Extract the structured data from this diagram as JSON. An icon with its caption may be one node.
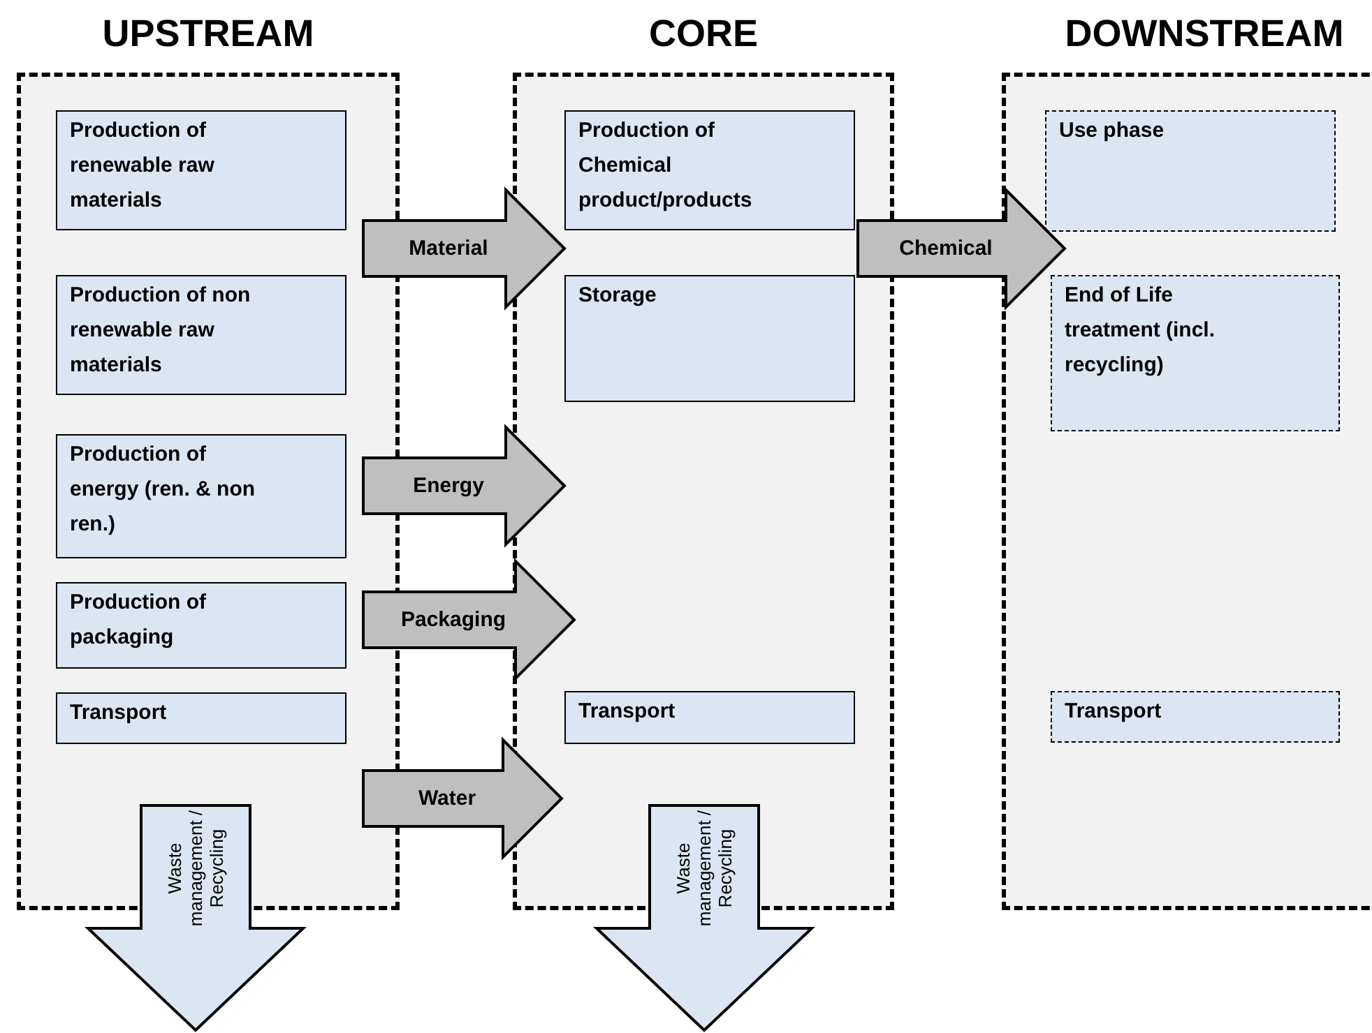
{
  "diagram": {
    "nodes": [
      {
        "text": [
          "UPSTREAM"
        ]
      },
      {
        "text": [
          "Production of renewable raw materials"
        ],
        "in": 0
      },
      {
        "text": [
          "Production of non renewable raw materials"
        ],
        "in": 0
      },
      {
        "text": [
          "Production of energy (ren. & non ren.)"
        ],
        "in": 0
      },
      {
        "text": [
          "Production of packaging"
        ],
        "in": 0
      },
      {
        "text": [
          "Transport"
        ],
        "in": 0
      },
      {
        "text": [
          "CORE"
        ]
      },
      {
        "text": [
          "Production of Chemical product/products"
        ],
        "in": 6
      },
      {
        "text": [
          "Storage"
        ],
        "in": 6
      },
      {
        "text": [
          "Transport"
        ],
        "in": 6
      },
      {
        "text": [
          "DOWNSTREAM"
        ]
      },
      {
        "text": [
          "Use phase"
        ],
        "in": 10
      },
      {
        "text": [
          "End of Life treatment (incl. recycling)"
        ],
        "in": 10
      },
      {
        "text": [
          "Transport"
        ],
        "in": 10
      }
    ],
    "edges": [
      {
        "from": 0,
        "to": 6,
        "arrow": "to",
        "label": "Material",
        "style": "thick"
      },
      {
        "from": 0,
        "to": 6,
        "arrow": "to",
        "label": "Energy",
        "style": "thick"
      },
      {
        "from": 0,
        "to": 6,
        "arrow": "to",
        "label": "Packaging",
        "style": "thick"
      },
      {
        "from": 0,
        "to": 6,
        "arrow": "to",
        "label": "Water",
        "style": "thick"
      },
      {
        "from": 6,
        "to": 10,
        "arrow": "to",
        "label": "Chemical",
        "style": "thick"
      },
      {
        "from": 0,
        "to": null,
        "arrow": "to",
        "label": "Waste management / Recycling",
        "style": "thick",
        "color": "#dce6f2"
      },
      {
        "from": 6,
        "to": null,
        "arrow": "to",
        "label": "Waste management / Recycling",
        "style": "thick",
        "color": "#dce6f2"
      }
    ]
  }
}
